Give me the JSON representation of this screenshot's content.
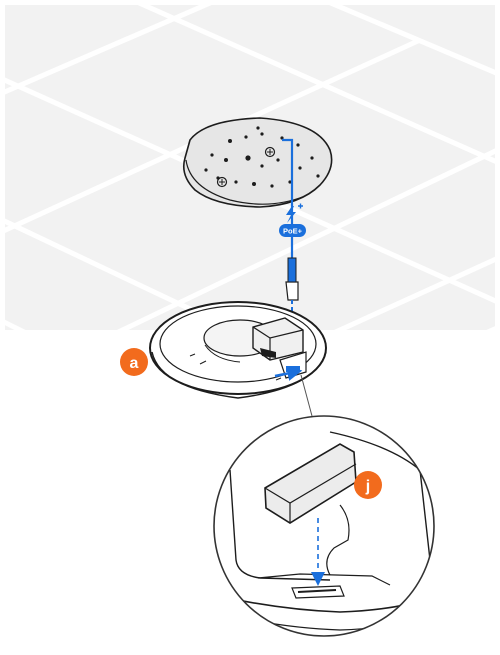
{
  "diagram": {
    "callouts": [
      {
        "id": "a",
        "text": "a",
        "color": "#f26b1d"
      },
      {
        "id": "j",
        "text": "j",
        "color": "#f26b1d"
      }
    ],
    "cable_badge": {
      "text": "PoE+",
      "color": "#1a6fdc"
    },
    "power_icon": {
      "name": "power-bolt-plus-icon",
      "color": "#1a6fdc"
    },
    "colors": {
      "accent_blue": "#1a6fdc",
      "callout_orange": "#f26b1d",
      "ceiling_fill": "#f2f2f2",
      "ceiling_grid": "#ffffff",
      "line_art": "#1d1d1d"
    }
  }
}
